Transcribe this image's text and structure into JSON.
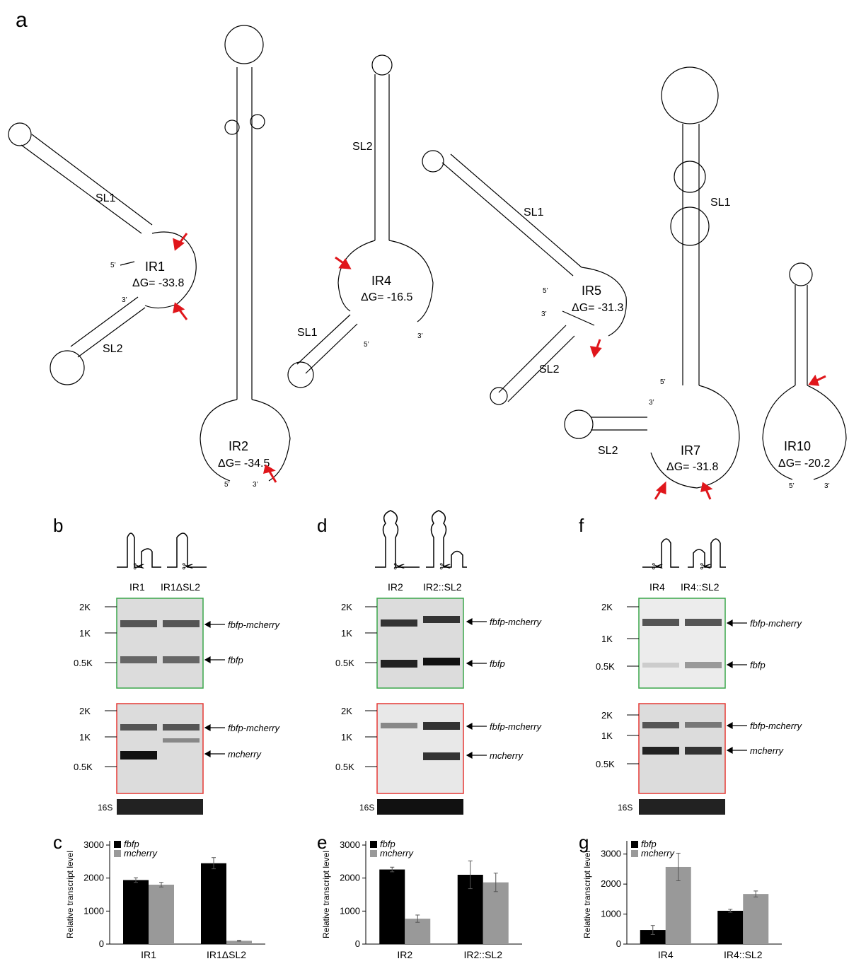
{
  "panel_labels": {
    "a": "a",
    "b": "b",
    "c": "c",
    "d": "d",
    "e": "e",
    "f": "f",
    "g": "g"
  },
  "structures": [
    {
      "id": "IR1",
      "name": "IR1",
      "dg": "ΔG= -33.8",
      "stems": [
        "SL1",
        "SL2"
      ],
      "five": "5’",
      "three": "3’"
    },
    {
      "id": "IR2",
      "name": "IR2",
      "dg": "ΔG= -34.5",
      "stems": [],
      "five": "5’",
      "three": "3’"
    },
    {
      "id": "IR4",
      "name": "IR4",
      "dg": "ΔG= -16.5",
      "stems": [
        "SL2",
        "SL1"
      ],
      "five": "5’",
      "three": "3’"
    },
    {
      "id": "IR5",
      "name": "IR5",
      "dg": "ΔG= -31.3",
      "stems": [
        "SL1",
        "SL2"
      ],
      "five": "5’",
      "three": "3’"
    },
    {
      "id": "IR7",
      "name": "IR7",
      "dg": "ΔG= -31.8",
      "stems": [
        "SL1",
        "SL2"
      ],
      "five": "5’",
      "three": "3’"
    },
    {
      "id": "IR10",
      "name": "IR10",
      "dg": "ΔG= -20.2",
      "stems": [],
      "five": "5’",
      "three": "3’"
    }
  ],
  "blots": [
    {
      "id": "b",
      "lanes": [
        "IR1",
        "IR1ΔSL2"
      ],
      "green_bands": [
        "fbfp-mcherry",
        "fbfp"
      ],
      "red_bands": [
        "fbfp-mcherry",
        "mcherry"
      ],
      "markers": [
        "2K",
        "1K",
        "0.5K"
      ],
      "loading": "16S"
    },
    {
      "id": "d",
      "lanes": [
        "IR2",
        "IR2::SL2"
      ],
      "green_bands": [
        "fbfp-mcherry",
        "fbfp"
      ],
      "red_bands": [
        "fbfp-mcherry",
        "mcherry"
      ],
      "markers": [
        "2K",
        "1K",
        "0.5K"
      ],
      "loading": "16S"
    },
    {
      "id": "f",
      "lanes": [
        "IR4",
        "IR4::SL2"
      ],
      "green_bands": [
        "fbfp-mcherry",
        "fbfp"
      ],
      "red_bands": [
        "fbfp-mcherry",
        "mcherry"
      ],
      "markers": [
        "2K",
        "1K",
        "0.5K"
      ],
      "loading": "16S"
    }
  ],
  "chart_data": [
    {
      "type": "bar",
      "panel": "c",
      "ylabel": "Relative transcript level",
      "categories": [
        "IR1",
        "IR1ΔSL2"
      ],
      "ylim": [
        0,
        3000
      ],
      "yticks": [
        "0",
        "1000",
        "2000",
        "3000"
      ],
      "series": [
        {
          "name": "fbfp",
          "color": "#000000",
          "values": [
            1940,
            2450
          ],
          "errors": [
            70,
            170
          ]
        },
        {
          "name": "mcherry",
          "color": "#999999",
          "values": [
            1800,
            100
          ],
          "errors": [
            70,
            15
          ]
        }
      ]
    },
    {
      "type": "bar",
      "panel": "e",
      "ylabel": "Relative transcript level",
      "categories": [
        "IR2",
        "IR2::SL2"
      ],
      "ylim": [
        0,
        3000
      ],
      "yticks": [
        "0",
        "1000",
        "2000",
        "3000"
      ],
      "series": [
        {
          "name": "fbfp",
          "color": "#000000",
          "values": [
            2260,
            2100
          ],
          "errors": [
            70,
            420
          ]
        },
        {
          "name": "mcherry",
          "color": "#999999",
          "values": [
            770,
            1870
          ],
          "errors": [
            110,
            280
          ]
        }
      ]
    },
    {
      "type": "bar",
      "panel": "g",
      "ylabel": "Relative transcript level",
      "categories": [
        "IR4",
        "IR4::SL2"
      ],
      "ylim": [
        0,
        3300
      ],
      "yticks": [
        "0",
        "1000",
        "2000",
        "3000"
      ],
      "series": [
        {
          "name": "fbfp",
          "color": "#000000",
          "values": [
            470,
            1110
          ],
          "errors": [
            150,
            50
          ]
        },
        {
          "name": "mcherry",
          "color": "#999999",
          "values": [
            2570,
            1670
          ],
          "errors": [
            460,
            100
          ]
        }
      ]
    }
  ],
  "colors": {
    "green_frame": "#3aa64a",
    "red_frame": "#e53935",
    "arrow_red": "#e0161b"
  }
}
